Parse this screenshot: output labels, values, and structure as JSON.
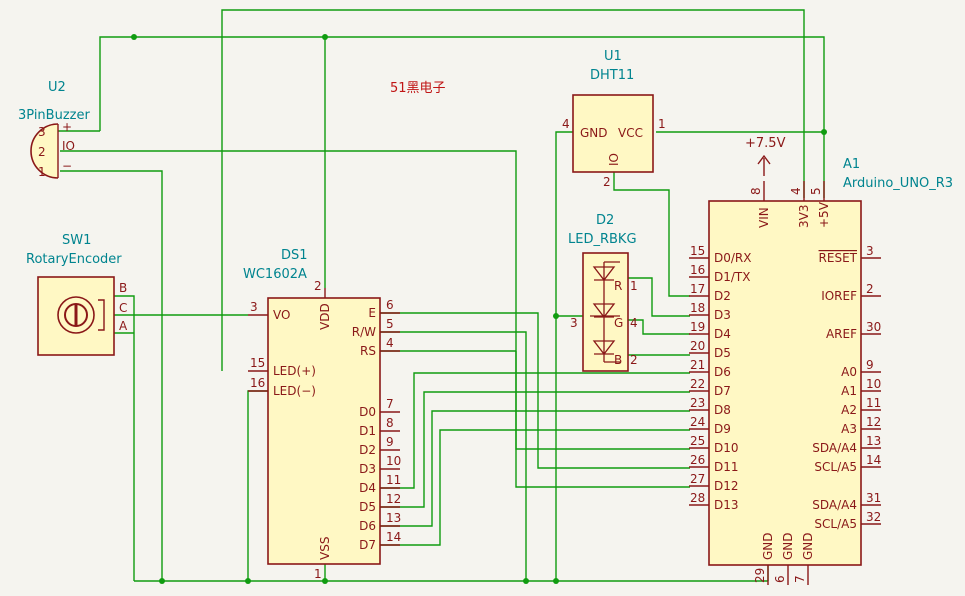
{
  "annotation": "51黑电子",
  "u2": {
    "ref": "U2",
    "value": "3PinBuzzer",
    "pins": [
      "3",
      "2",
      "1"
    ],
    "pin_labels": [
      "+",
      "IO",
      "−"
    ]
  },
  "sw1": {
    "ref": "SW1",
    "value": "RotaryEncoder",
    "pins": [
      "B",
      "C",
      "A"
    ]
  },
  "ds1": {
    "ref": "DS1",
    "value": "WC1602A",
    "left_pins": [
      {
        "num": "3",
        "name": "VO"
      },
      {
        "num": "15",
        "name": "LED(+)"
      },
      {
        "num": "16",
        "name": "LED(−)"
      }
    ],
    "right_pins": [
      {
        "num": "6",
        "name": "E"
      },
      {
        "num": "5",
        "name": "R/W"
      },
      {
        "num": "4",
        "name": "RS"
      },
      {
        "num": "7",
        "name": "D0"
      },
      {
        "num": "8",
        "name": "D1"
      },
      {
        "num": "9",
        "name": "D2"
      },
      {
        "num": "10",
        "name": "D3"
      },
      {
        "num": "11",
        "name": "D4"
      },
      {
        "num": "12",
        "name": "D5"
      },
      {
        "num": "13",
        "name": "D6"
      },
      {
        "num": "14",
        "name": "D7"
      }
    ],
    "top": {
      "num": "2",
      "name": "VDD"
    },
    "bottom": {
      "num": "1",
      "name": "VSS"
    }
  },
  "u1": {
    "ref": "U1",
    "value": "DHT11",
    "pins": [
      {
        "num": "4",
        "name": "GND"
      },
      {
        "num": "1",
        "name": "VCC"
      },
      {
        "num": "2",
        "name": "IO"
      }
    ]
  },
  "d2": {
    "ref": "D2",
    "value": "LED_RBKG",
    "pins": [
      "1",
      "3",
      "4",
      "2"
    ],
    "letters": [
      "R",
      "G",
      "B"
    ]
  },
  "a1": {
    "ref": "A1",
    "value": "Arduino_UNO_R3",
    "power_label": "+7.5V",
    "top_pins": [
      {
        "num": "8",
        "name": "VIN"
      },
      {
        "num": "4",
        "name": "3V3"
      },
      {
        "num": "5",
        "name": "+5V"
      }
    ],
    "left_pins": [
      {
        "num": "15",
        "name": "D0/RX"
      },
      {
        "num": "16",
        "name": "D1/TX"
      },
      {
        "num": "17",
        "name": "D2"
      },
      {
        "num": "18",
        "name": "D3"
      },
      {
        "num": "19",
        "name": "D4"
      },
      {
        "num": "20",
        "name": "D5"
      },
      {
        "num": "21",
        "name": "D6"
      },
      {
        "num": "22",
        "name": "D7"
      },
      {
        "num": "23",
        "name": "D8"
      },
      {
        "num": "24",
        "name": "D9"
      },
      {
        "num": "25",
        "name": "D10"
      },
      {
        "num": "26",
        "name": "D11"
      },
      {
        "num": "27",
        "name": "D12"
      },
      {
        "num": "28",
        "name": "D13"
      }
    ],
    "right_pins": [
      {
        "num": "3",
        "name": "RESET"
      },
      {
        "num": "2",
        "name": "IOREF"
      },
      {
        "num": "30",
        "name": "AREF"
      },
      {
        "num": "9",
        "name": "A0"
      },
      {
        "num": "10",
        "name": "A1"
      },
      {
        "num": "11",
        "name": "A2"
      },
      {
        "num": "12",
        "name": "A3"
      },
      {
        "num": "13",
        "name": "SDA/A4"
      },
      {
        "num": "14",
        "name": "SCL/A5"
      },
      {
        "num": "31",
        "name": "SDA/A4"
      },
      {
        "num": "32",
        "name": "SCL/A5"
      }
    ],
    "bottom_pins": [
      {
        "num": "29",
        "name": "GND"
      },
      {
        "num": "6",
        "name": "GND"
      },
      {
        "num": "7",
        "name": "GND"
      }
    ]
  }
}
